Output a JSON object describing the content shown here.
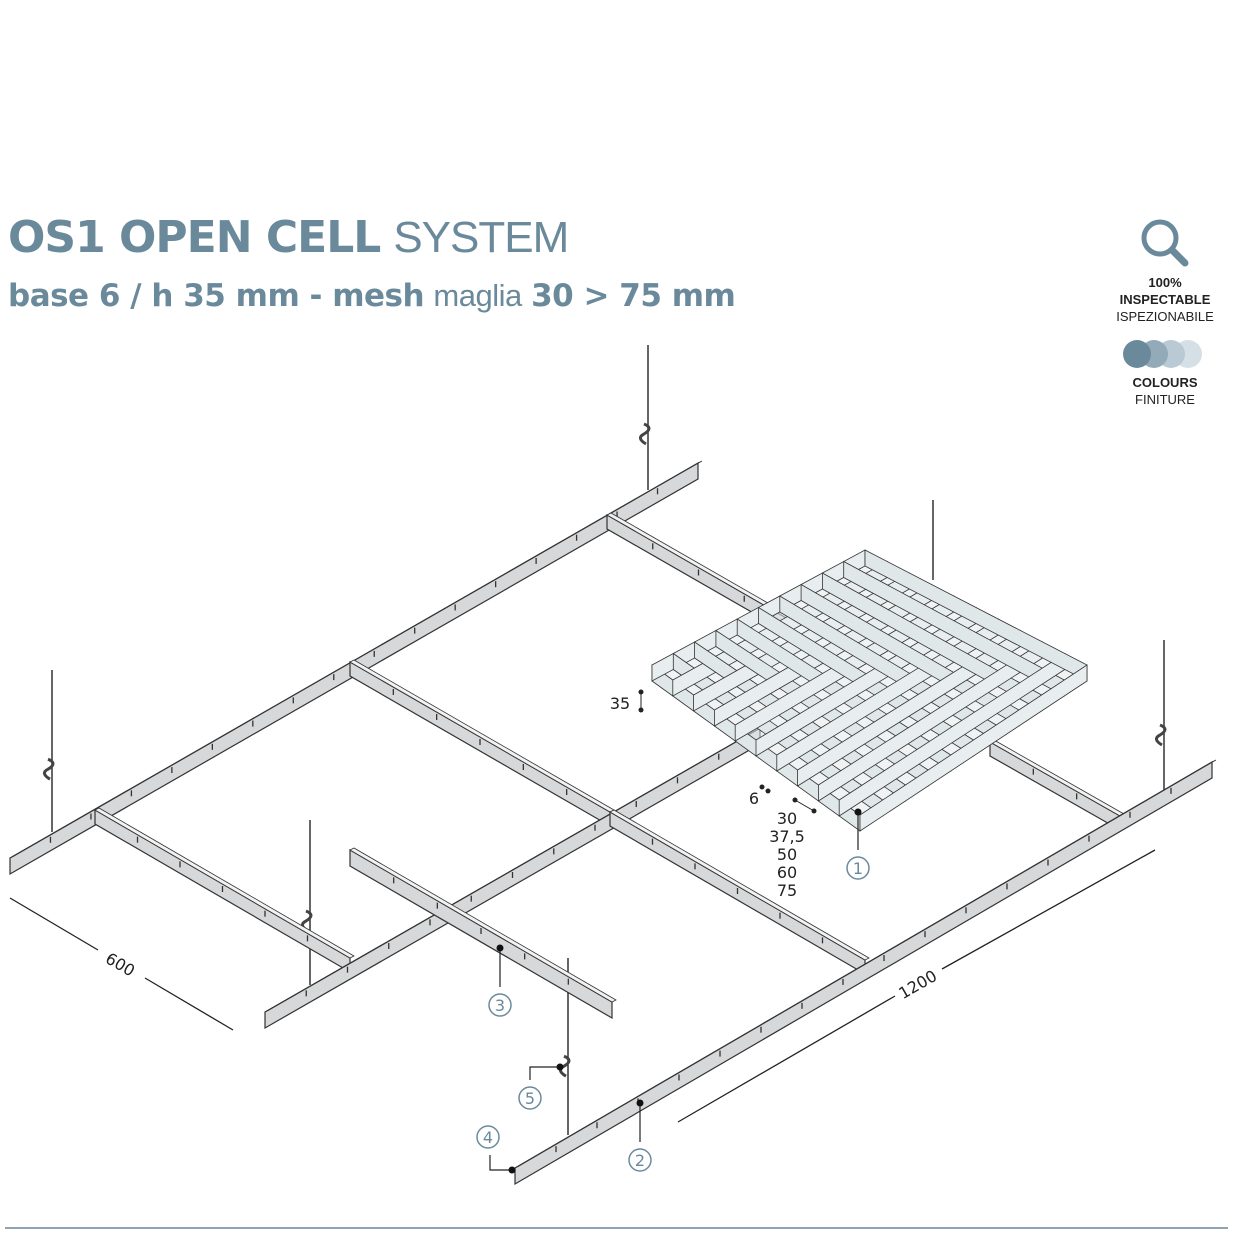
{
  "header": {
    "title_bold": "OS1 OPEN CELL",
    "title_light": "SYSTEM",
    "subtitle_bold1": "base 6 / h 35 mm - mesh",
    "subtitle_light": "maglia",
    "subtitle_bold2": "30 > 75 mm"
  },
  "badges": {
    "inspect": {
      "icon": "magnifier-icon",
      "line1": "100%",
      "line2": "INSPECTABLE",
      "line3": "ISPEZIONABILE"
    },
    "colours": {
      "icon": "colour-swatches-icon",
      "line1": "COLOURS",
      "line2": "FINITURE",
      "swatches": [
        "#6a8a9c",
        "#93aab8",
        "#b9cad4",
        "#d5e0e6"
      ]
    }
  },
  "diagram": {
    "height_label": "35",
    "base_label": "6",
    "mesh_sizes": [
      "30",
      "37,5",
      "50",
      "60",
      "75"
    ],
    "dim_short": "600",
    "dim_long": "1200",
    "callouts": [
      "1",
      "2",
      "3",
      "4",
      "5"
    ],
    "accent": "#6a8a9c"
  }
}
